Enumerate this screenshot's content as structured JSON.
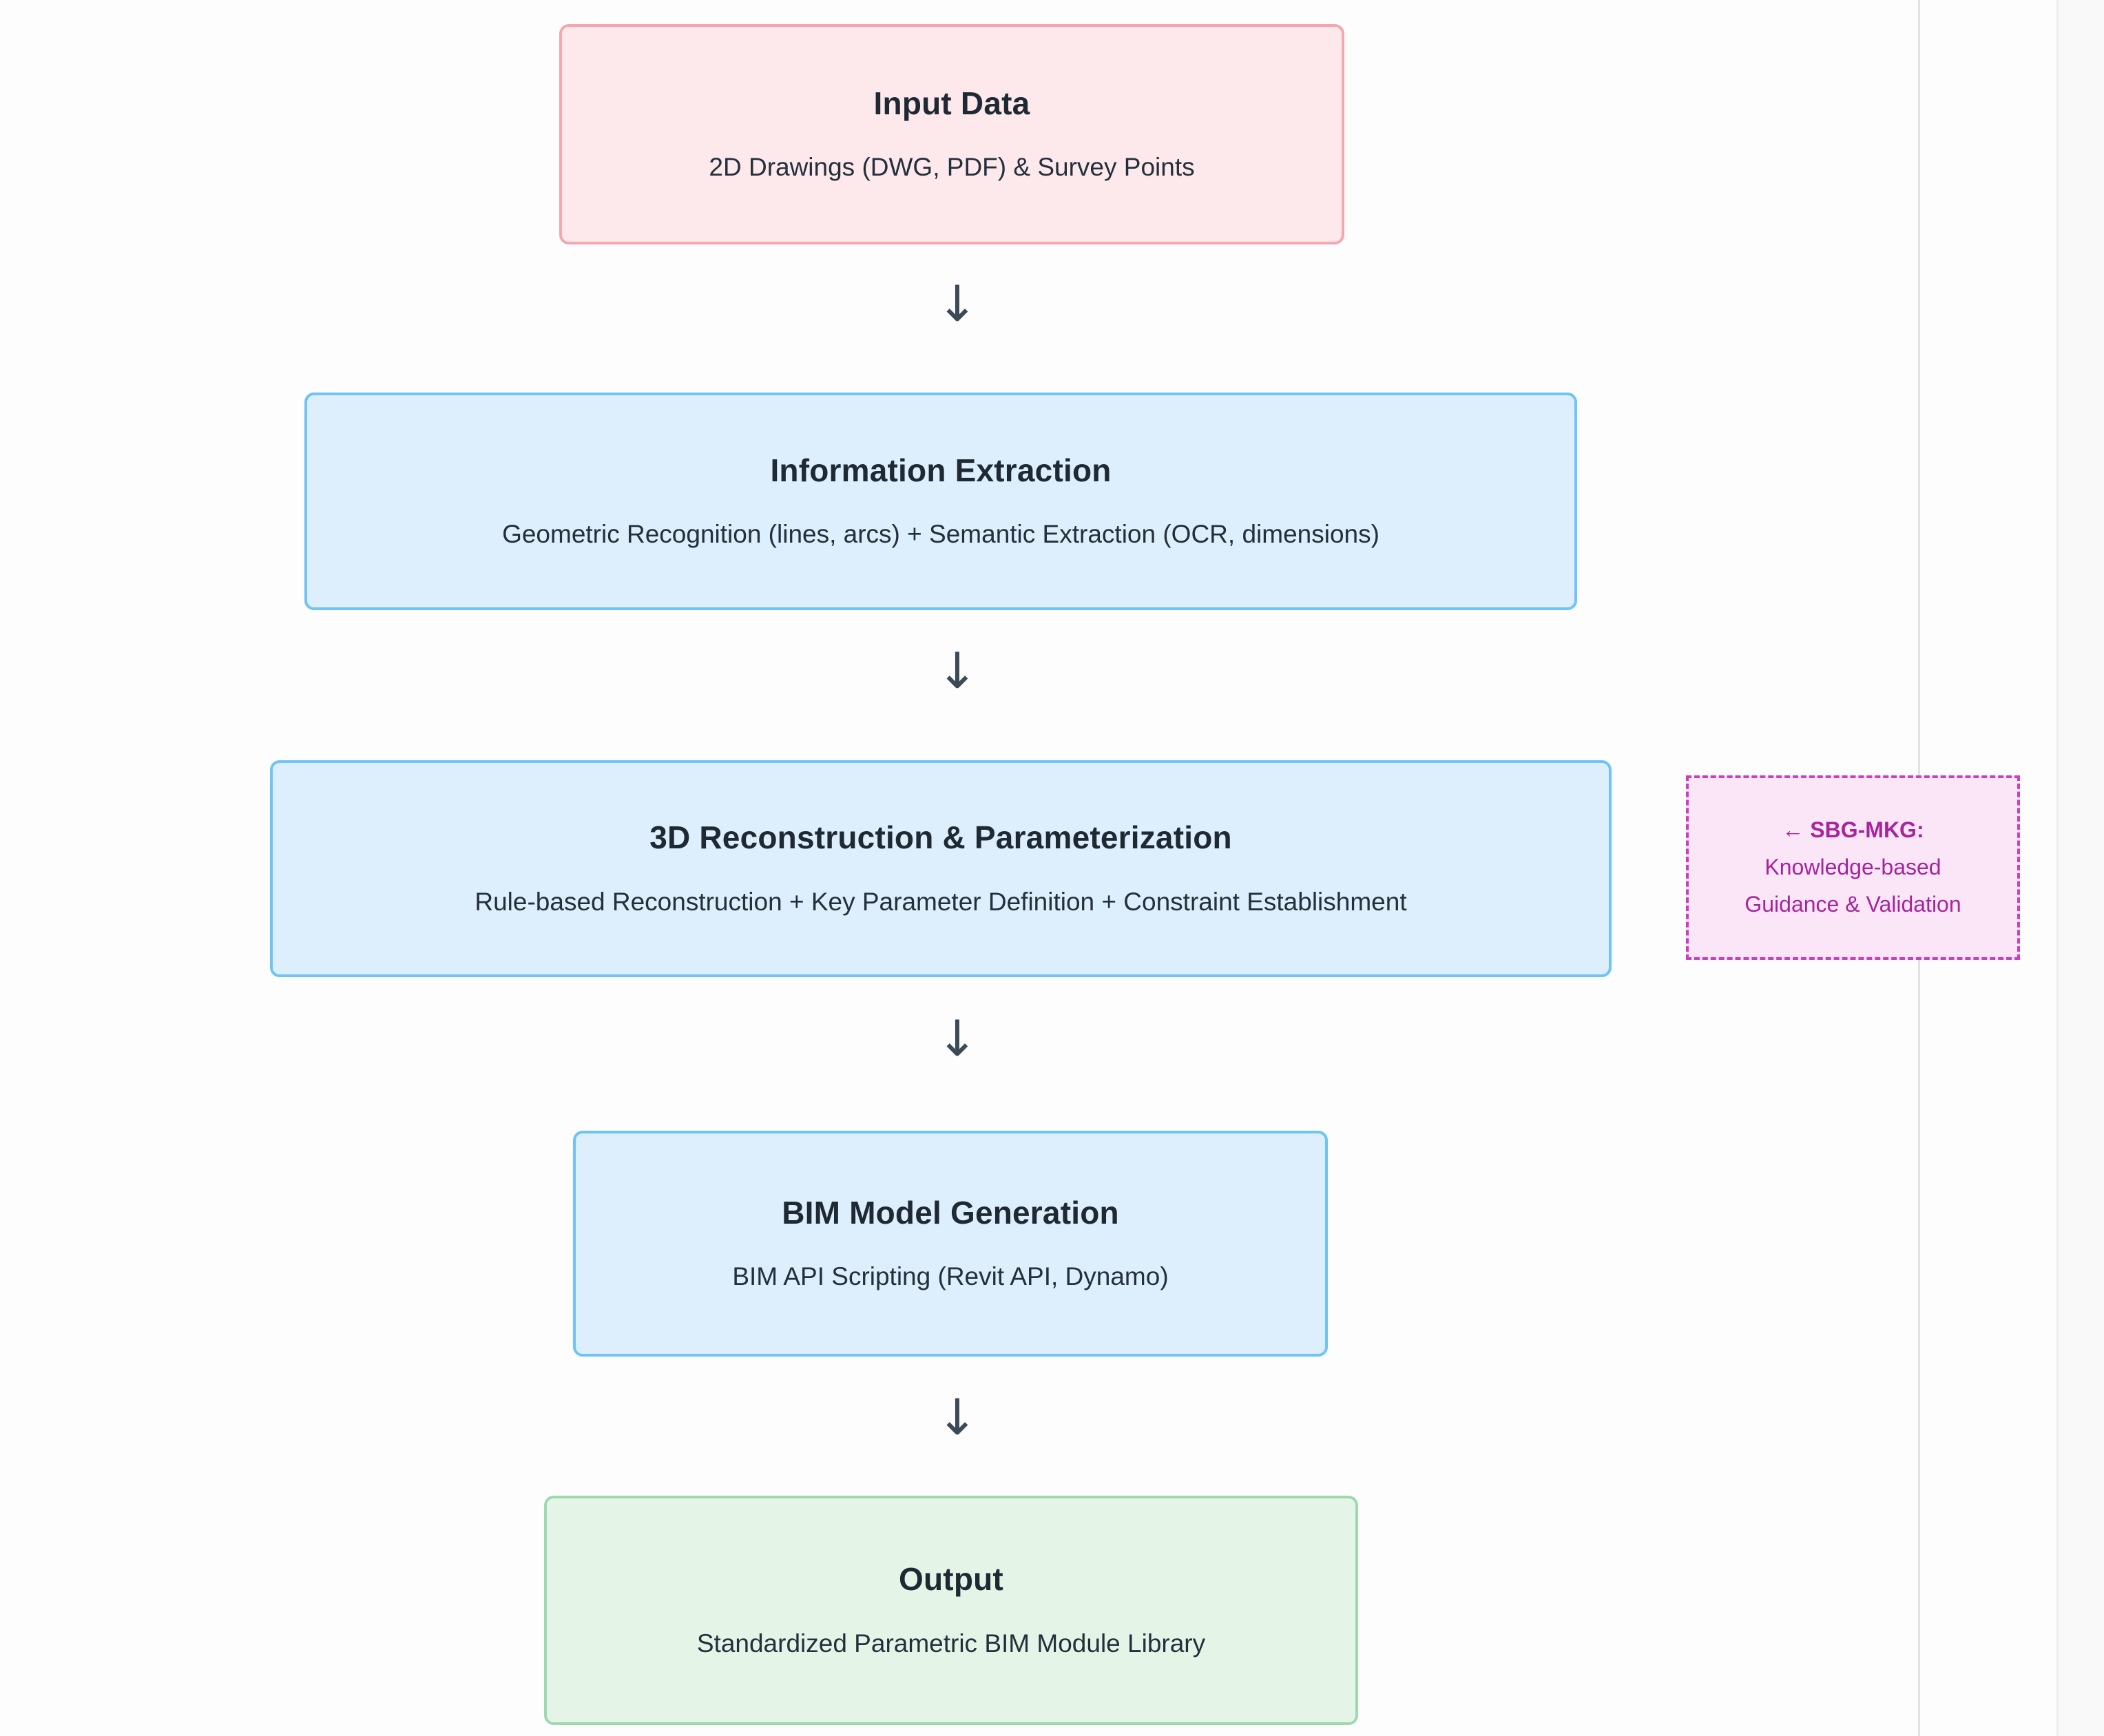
{
  "diagram": {
    "nodes": [
      {
        "id": "input-data",
        "title": "Input Data",
        "subtitle": "2D Drawings (DWG, PDF) & Survey Points",
        "fill": "#fde9ec",
        "stroke": "#f4a7ae"
      },
      {
        "id": "information-extraction",
        "title": "Information Extraction",
        "subtitle": "Geometric Recognition (lines, arcs) + Semantic Extraction (OCR, dimensions)",
        "fill": "#ddeefc",
        "stroke": "#6ec3f7"
      },
      {
        "id": "reconstruction-parameterization",
        "title": "3D Reconstruction & Parameterization",
        "subtitle": "Rule-based Reconstruction + Key Parameter Definition + Constraint Establishment",
        "fill": "#ddeefc",
        "stroke": "#6ec3f7"
      },
      {
        "id": "bim-model-generation",
        "title": "BIM Model Generation",
        "subtitle": "BIM API Scripting (Revit API, Dynamo)",
        "fill": "#ddeefc",
        "stroke": "#6ec3f7"
      },
      {
        "id": "output",
        "title": "Output",
        "subtitle": "Standardized Parametric BIM Module Library",
        "fill": "#e4f5e8",
        "stroke": "#9ed9ae"
      }
    ],
    "arrows": [
      {
        "id": "arrow-1",
        "glyph": "↓"
      },
      {
        "id": "arrow-2",
        "glyph": "↓"
      },
      {
        "id": "arrow-3",
        "glyph": "↓"
      },
      {
        "id": "arrow-4",
        "glyph": "↓"
      }
    ],
    "annotation": {
      "id": "sbg-mkg-note",
      "lines": [
        "←  SBG-MKG:",
        "Knowledge-based",
        "Guidance & Validation"
      ],
      "fill": "#fbe6f7",
      "stroke": "#cc3ec0",
      "text_color": "#a6249e"
    }
  }
}
